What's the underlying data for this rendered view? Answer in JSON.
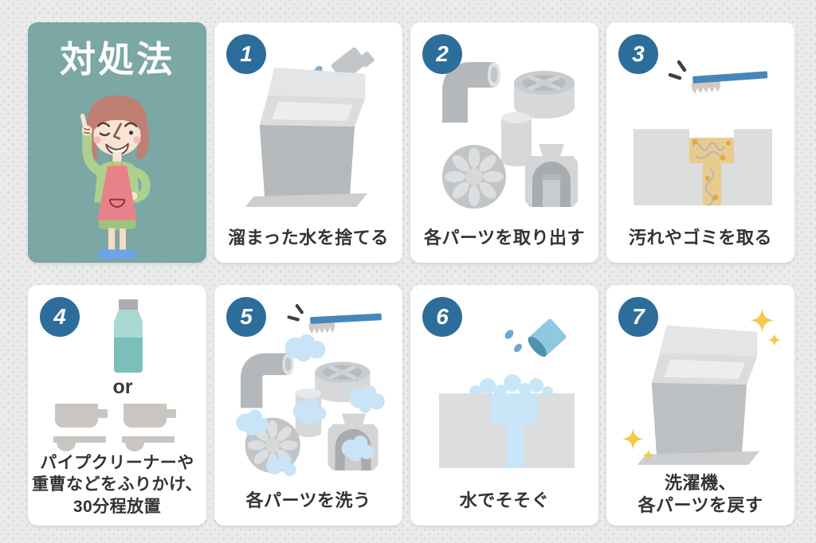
{
  "palette": {
    "background": "#ebebeb",
    "background_dot": "#d6d6d6",
    "card_bg": "#ffffff",
    "title_card_teal": "#7ba7a4",
    "badge_blue": "#2d6d9b",
    "caption_text": "#333333",
    "part_gray": "#c2c5c7",
    "brush_blue": "#4587bb",
    "dirt_tan": "#e9cb8d",
    "dirt_dot_mustard": "#d9a94a",
    "water_blue": "#c9e6f8",
    "drop_blue": "#6fa8cc",
    "cup_blue": "#8fc8df",
    "bottle_teal": "#7bbfba",
    "sparkle_yellow": "#f1c94b"
  },
  "title_card": {
    "title": "対処法",
    "character": "pointing-woman"
  },
  "steps": [
    {
      "number": "1",
      "caption_lines": [
        "溜まった水を捨てる"
      ],
      "illustration": "washing-machine-pouring-out-water"
    },
    {
      "number": "2",
      "caption_lines": [
        "各パーツを取り出す"
      ],
      "illustration": "removed-washing-machine-parts"
    },
    {
      "number": "3",
      "caption_lines": [
        "汚れやゴミを取る"
      ],
      "illustration": "brush-cleaning-dirty-drain"
    },
    {
      "number": "4",
      "caption_lines": [
        "パイプクリーナーや",
        "重曹などをふりかけ、",
        "30分程放置"
      ],
      "or_label": "or",
      "illustration": "pipe-cleaner-bottle-or-baking-soda-scoops"
    },
    {
      "number": "5",
      "caption_lines": [
        "各パーツを洗う"
      ],
      "illustration": "parts-washed-with-suds-and-brush"
    },
    {
      "number": "6",
      "caption_lines": [
        "水でそそぐ"
      ],
      "illustration": "rinsing-drain-with-water-cup"
    },
    {
      "number": "7",
      "caption_lines": [
        "洗濯機、",
        "各パーツを戻す"
      ],
      "illustration": "clean-washing-machine-sparkling"
    }
  ]
}
